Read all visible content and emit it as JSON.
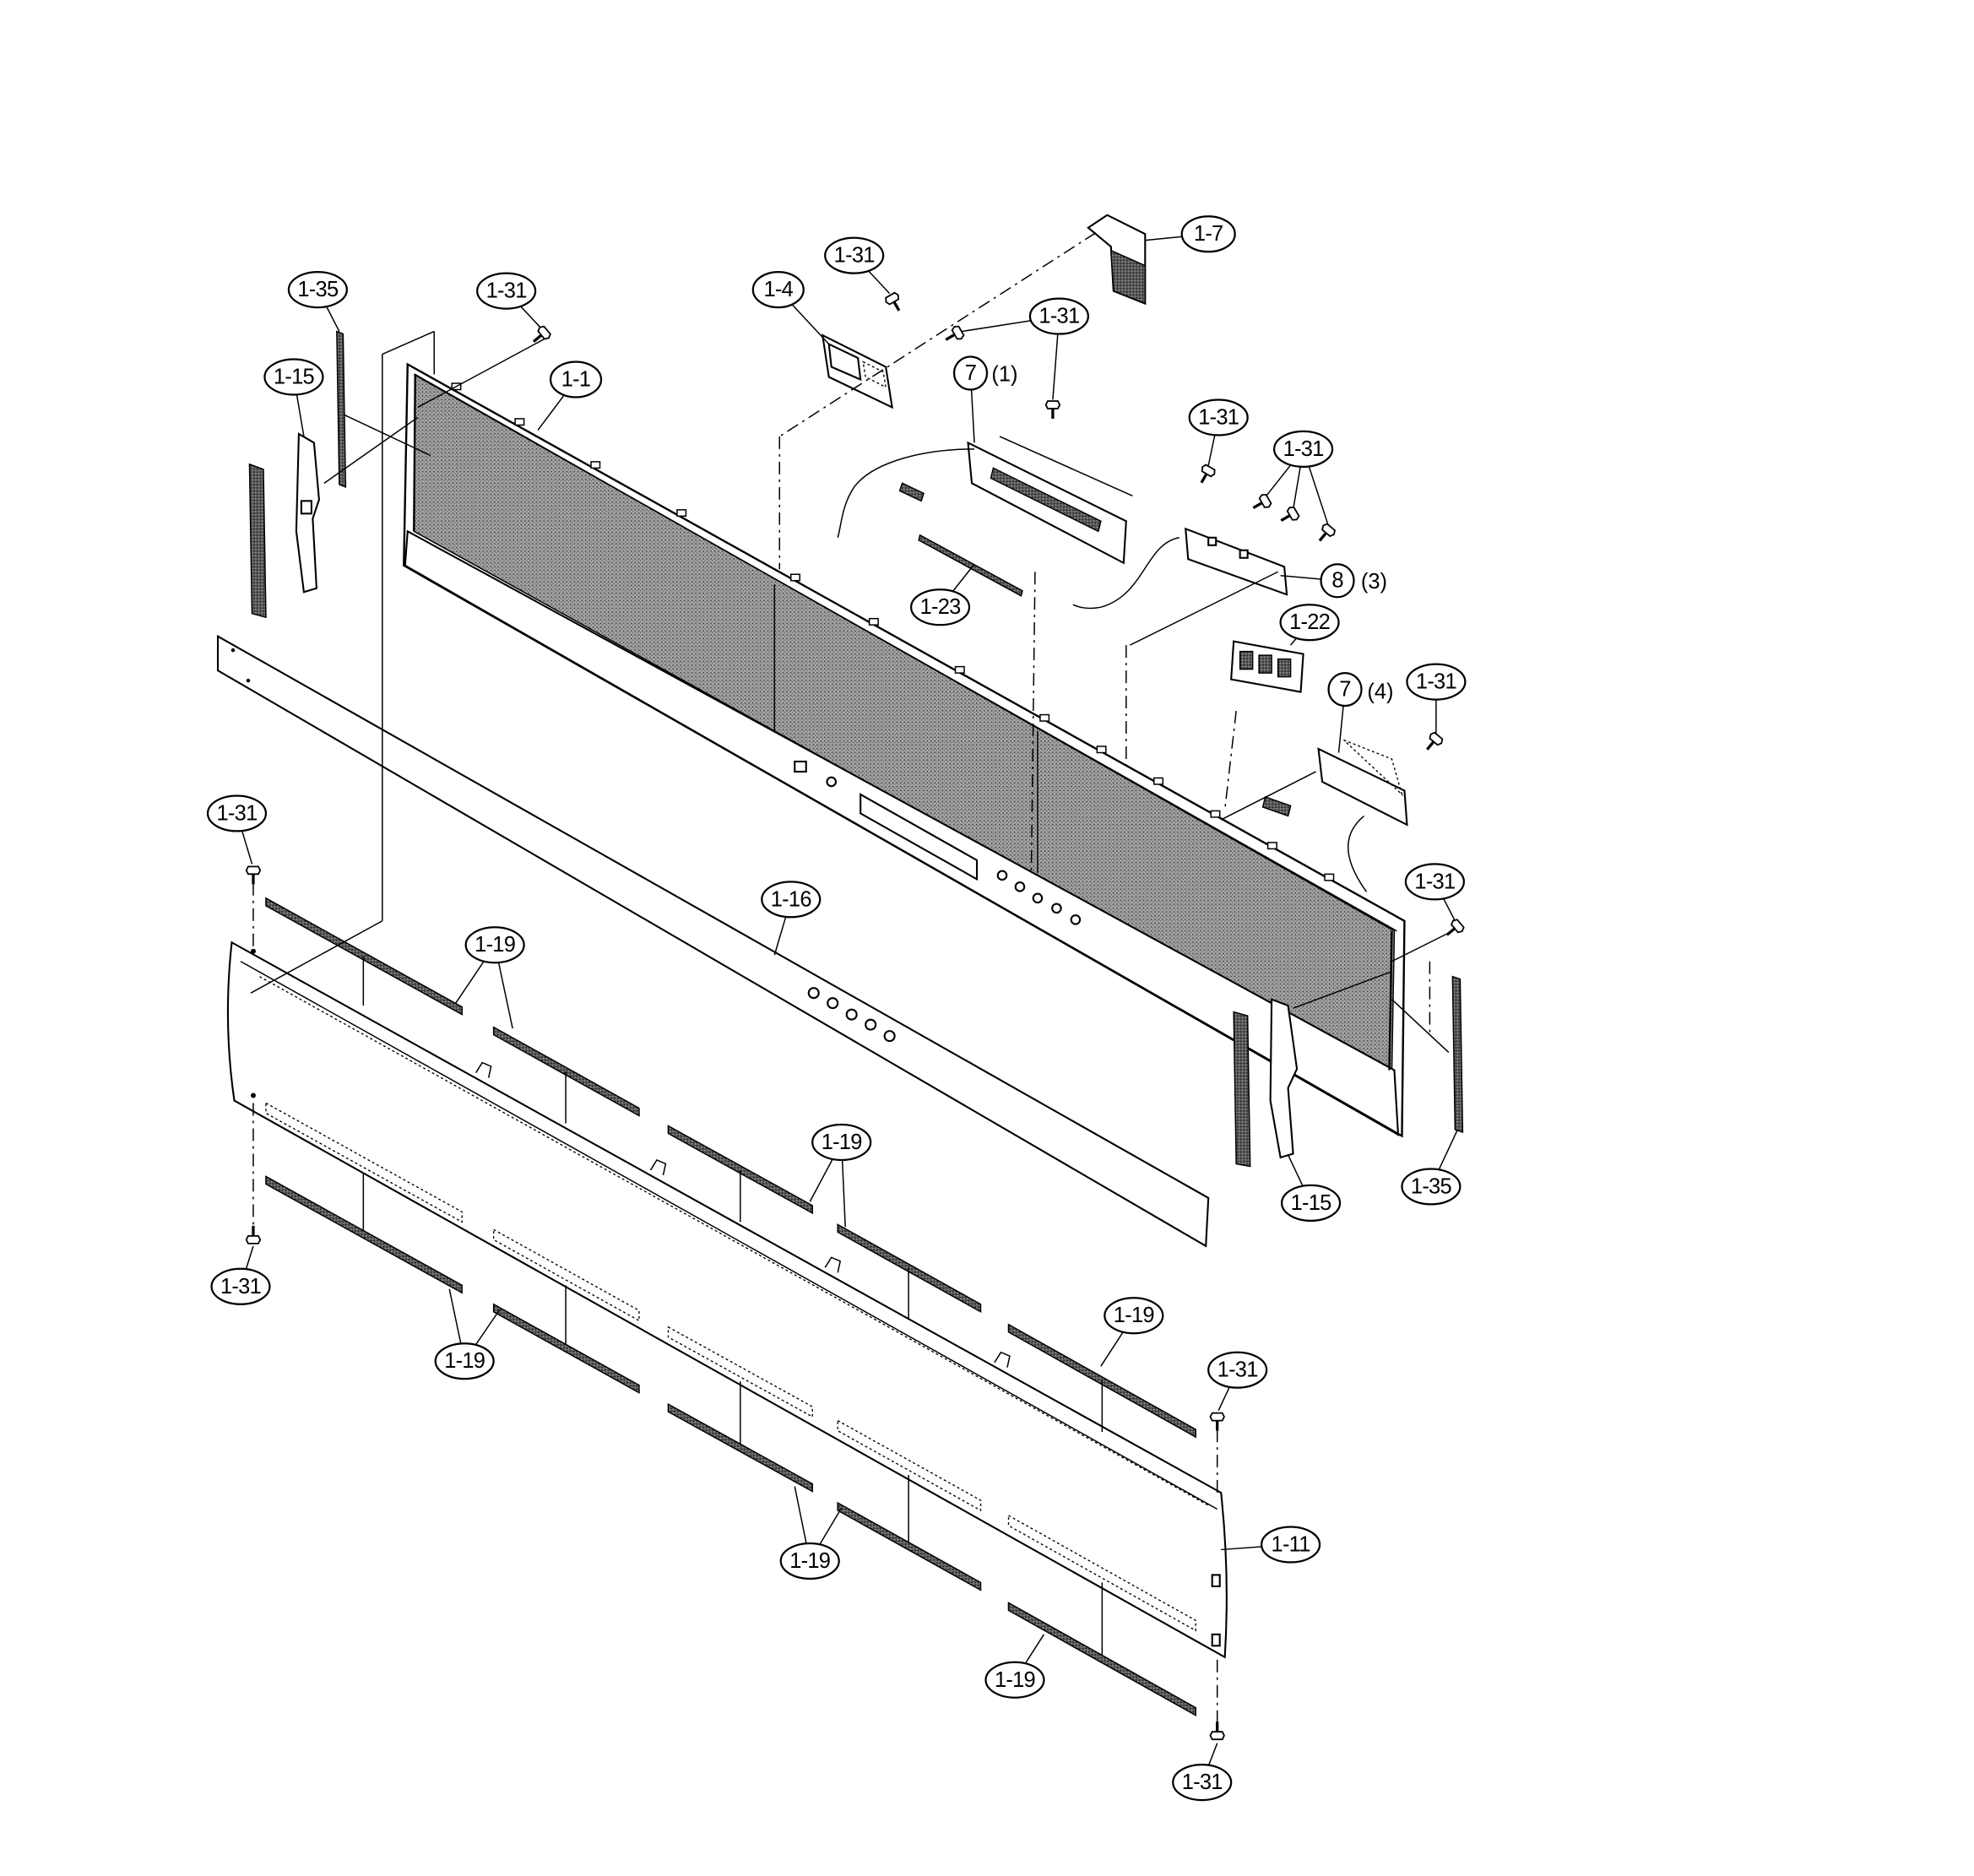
{
  "diagram": {
    "callouts": [
      {
        "label": "1-7"
      },
      {
        "label": "1-31"
      },
      {
        "label": "1-4"
      },
      {
        "label": "1-35"
      },
      {
        "label": "1-31"
      },
      {
        "label": "1-31"
      },
      {
        "label": "1-15"
      },
      {
        "label": "1-1"
      },
      {
        "label": "7",
        "qty": "(1)"
      },
      {
        "label": "1-31"
      },
      {
        "label": "1-31"
      },
      {
        "label": "8",
        "qty": "(3)"
      },
      {
        "label": "1-23"
      },
      {
        "label": "1-22"
      },
      {
        "label": "7",
        "qty": "(4)"
      },
      {
        "label": "1-31"
      },
      {
        "label": "1-31"
      },
      {
        "label": "1-31"
      },
      {
        "label": "1-16"
      },
      {
        "label": "1-19"
      },
      {
        "label": "1-19"
      },
      {
        "label": "1-15"
      },
      {
        "label": "1-35"
      },
      {
        "label": "1-31"
      },
      {
        "label": "1-19"
      },
      {
        "label": "1-19"
      },
      {
        "label": "1-31"
      },
      {
        "label": "1-11"
      },
      {
        "label": "1-19"
      },
      {
        "label": "1-19"
      },
      {
        "label": "1-31"
      }
    ]
  }
}
